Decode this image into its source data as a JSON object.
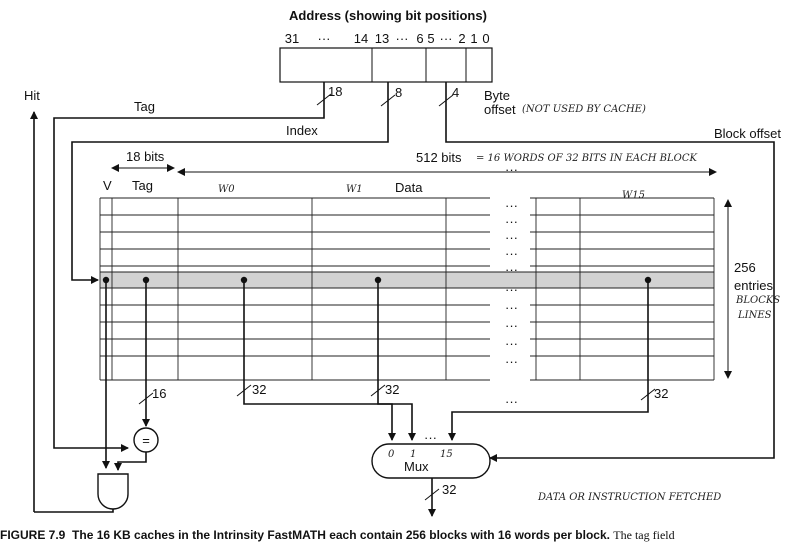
{
  "address": {
    "title": "Address (showing bit positions)",
    "bits": [
      "31",
      "···",
      "14",
      "13",
      "···",
      "6",
      "5",
      "···",
      "2",
      "1",
      "0"
    ],
    "byte_offset_label": "Byte",
    "byte_offset_label2": "offset",
    "byte_offset_note": "(NOT USED BY CACHE)"
  },
  "fields": {
    "tag_label": "Tag",
    "index_label": "Index",
    "block_offset_label": "Block offset",
    "hit_label": "Hit",
    "tag_width": "18",
    "index_width": "8",
    "byte_width": "4"
  },
  "cache": {
    "tag_bits_label": "18 bits",
    "data_bits_label": "512 bits",
    "data_bits_note": "= 16 WORDS OF 32 BITS IN EACH BLOCK",
    "col_v": "V",
    "col_tag": "Tag",
    "col_data": "Data",
    "word_labels": [
      "W0",
      "W1",
      "W15"
    ],
    "dots": "···",
    "entries_count": "256",
    "entries_label": "entries",
    "entries_note1": "BLOCKS",
    "entries_note2": "LINES"
  },
  "datapath": {
    "compare_symbol": "=",
    "tag_bus": "16",
    "word_bus": "32",
    "mux_label": "Mux",
    "mux_inputs": [
      "0",
      "1",
      "15"
    ],
    "mux_dots": "···",
    "out_bus": "32",
    "out_note": "DATA OR INSTRUCTION FETCHED"
  },
  "caption": {
    "figure": "FIGURE 7.9",
    "text": "The 16 KB caches in the Intrinsity FastMATH each contain 256 blocks with 16 words per block.",
    "text2": "The tag field"
  }
}
